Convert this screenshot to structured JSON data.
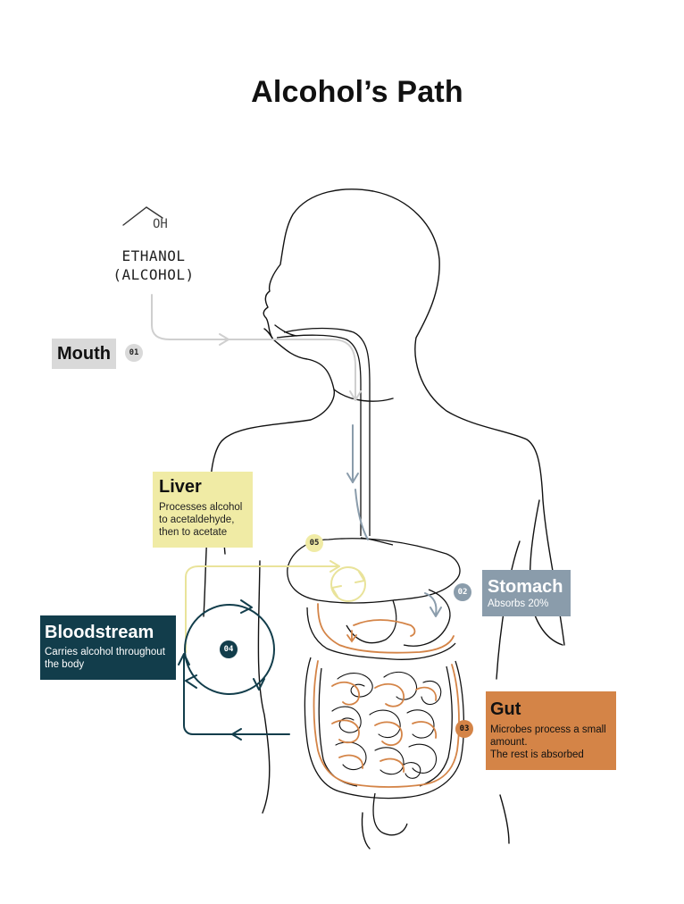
{
  "title": "Alcohol’s Path",
  "molecule": {
    "formula_label": "OH",
    "name_line1": "ETHANOL",
    "name_line2": "(ALCOHOL)"
  },
  "colors": {
    "mouth": "#d9d9d9",
    "stomach": "#8a9cab",
    "gut": "#d48447",
    "bloodstream": "#123d4b",
    "liver": "#f0eba5"
  },
  "steps": [
    {
      "number": "01",
      "heading": "Mouth",
      "text": ""
    },
    {
      "number": "02",
      "heading": "Stomach",
      "text": "Absorbs 20%"
    },
    {
      "number": "03",
      "heading": "Gut",
      "text_lines": [
        "Microbes process a small",
        "amount.",
        "The rest is absorbed"
      ]
    },
    {
      "number": "04",
      "heading": "Bloodstream",
      "text_lines": [
        "Carries alcohol throughout",
        "the body"
      ]
    },
    {
      "number": "05",
      "heading": "Liver",
      "text_lines": [
        "Processes alcohol",
        "to acetaldehyde,",
        "then to acetate"
      ]
    }
  ]
}
